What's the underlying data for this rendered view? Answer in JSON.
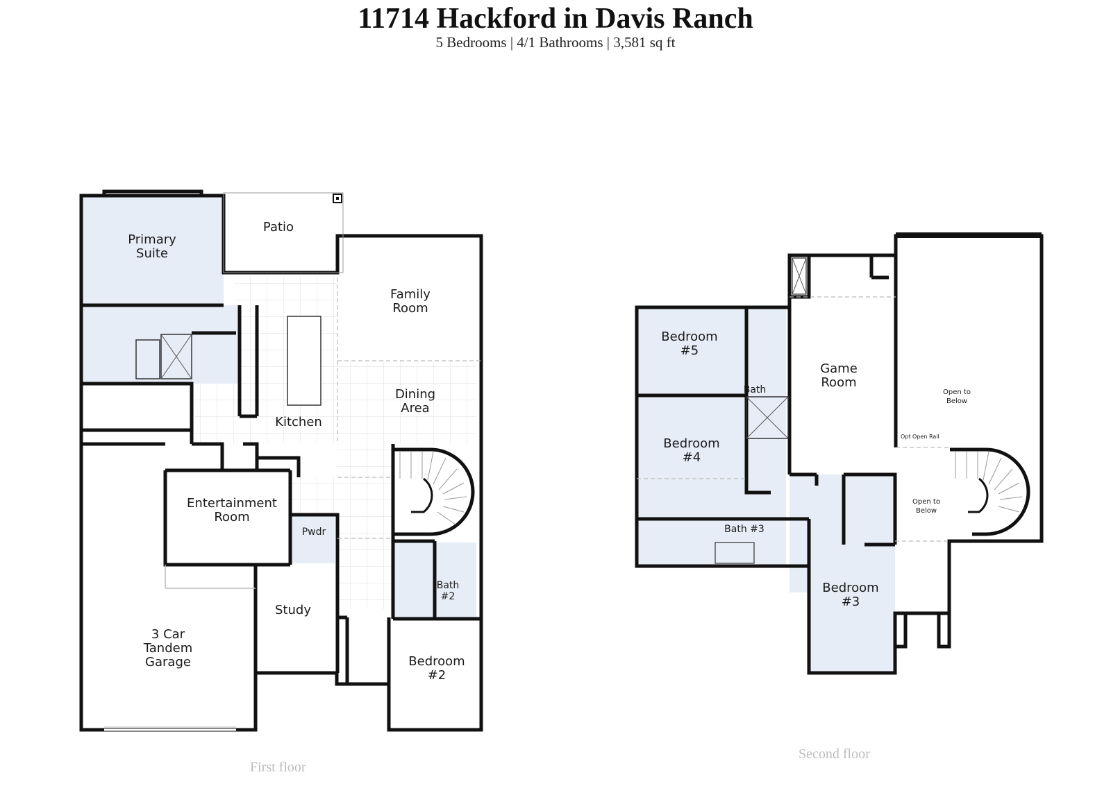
{
  "header": {
    "title": "11714 Hackford in Davis Ranch",
    "subtitle": "5 Bedrooms | 4/1 Bathrooms | 3,581 sq ft"
  },
  "colors": {
    "wall": "#111111",
    "bedroom_fill": "#e7edf6",
    "tile_grid": "#dcdcdc"
  },
  "first_floor": {
    "caption": "First floor",
    "rooms": {
      "primary_suite": [
        "Primary",
        "Suite"
      ],
      "patio": [
        "Patio"
      ],
      "family_room": [
        "Family",
        "Room"
      ],
      "dining_area": [
        "Dining",
        "Area"
      ],
      "kitchen": [
        "Kitchen"
      ],
      "entertainment_room": [
        "Entertainment",
        "Room"
      ],
      "pwdr": [
        "Pwdr"
      ],
      "bath_2": [
        "Bath",
        "#2"
      ],
      "study": [
        "Study"
      ],
      "garage": [
        "3 Car",
        "Tandem",
        "Garage"
      ],
      "bedroom_2": [
        "Bedroom",
        "#2"
      ]
    }
  },
  "second_floor": {
    "caption": "Second floor",
    "rooms": {
      "bedroom_5": [
        "Bedroom",
        "#5"
      ],
      "bath": [
        "Bath"
      ],
      "game_room": [
        "Game",
        "Room"
      ],
      "open_to_below_1": [
        "Open to",
        "Below"
      ],
      "opt_open_rail": [
        "Opt Open Rail"
      ],
      "bedroom_4": [
        "Bedroom",
        "#4"
      ],
      "open_to_below_2": [
        "Open to",
        "Below"
      ],
      "bath_3": [
        "Bath #3"
      ],
      "bedroom_3": [
        "Bedroom",
        "#3"
      ]
    }
  }
}
